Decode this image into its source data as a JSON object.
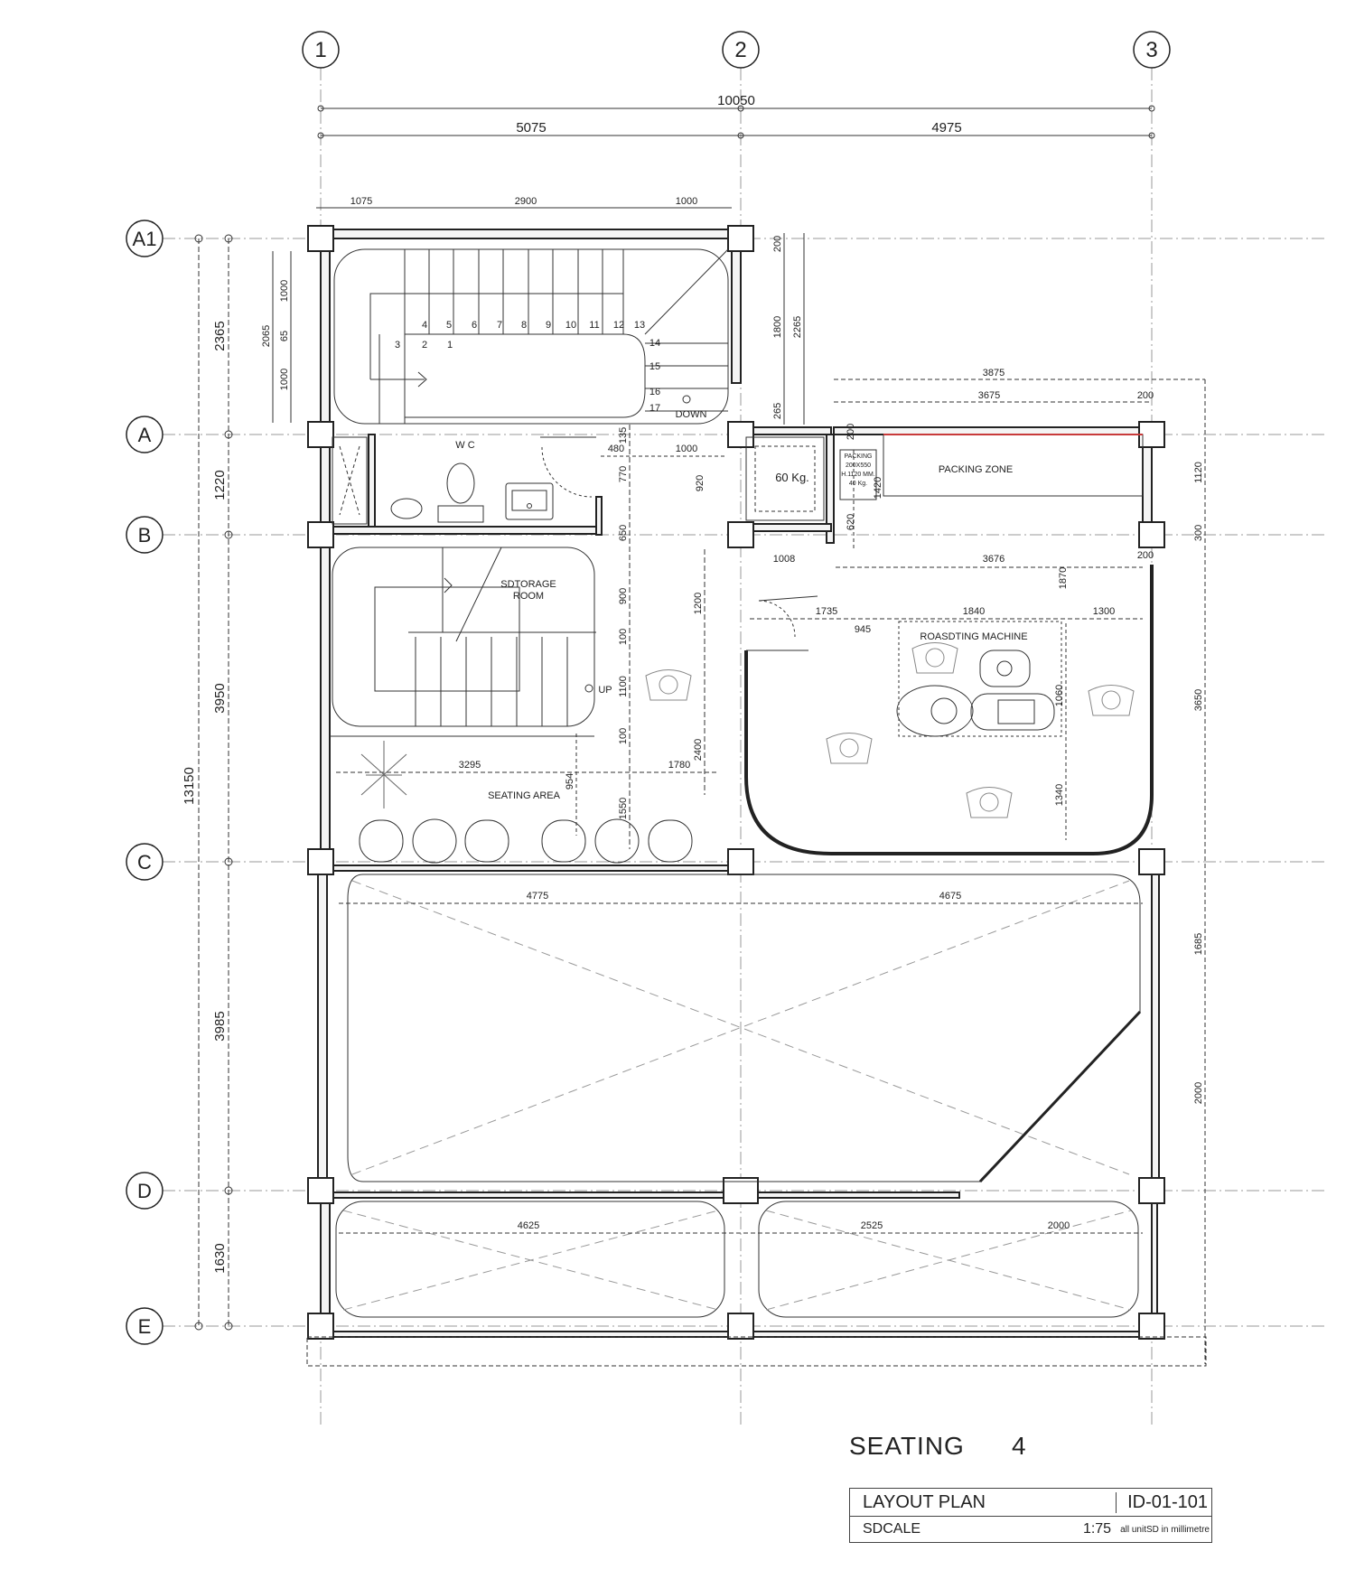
{
  "grid": {
    "columns": [
      "1",
      "2",
      "3"
    ],
    "rows": [
      "A1",
      "A",
      "B",
      "C",
      "D",
      "E"
    ]
  },
  "dimensions": {
    "overall_width": "10050",
    "col_1_2": "5075",
    "col_2_3": "4975",
    "overall_height": "13150",
    "a1_a": "2365",
    "a_b": "1220",
    "b_c": "3950",
    "c_d": "3985",
    "d_e": "1630",
    "stair_top": [
      "1075",
      "2900",
      "1000"
    ],
    "stair_left": [
      "2065",
      "1000",
      "65",
      "1000"
    ],
    "lift_side": [
      "200",
      "1800",
      "2265",
      "265"
    ],
    "packing_top": [
      "3875",
      "3675",
      "200"
    ],
    "packing_right": [
      "1120",
      "300",
      "200"
    ],
    "wc": [
      "135",
      "480",
      "770",
      "1000",
      "920",
      "650"
    ],
    "middle": [
      "900",
      "100",
      "1100",
      "100",
      "1200",
      "2400",
      "1008",
      "3676",
      "1870",
      "620",
      "1420",
      "200"
    ],
    "machine": [
      "1735",
      "945",
      "1840",
      "1300",
      "1060",
      "1340",
      "3650"
    ],
    "seating": [
      "3295",
      "1780",
      "954",
      "1550"
    ],
    "lower": [
      "4775",
      "4675",
      "1685",
      "2000"
    ],
    "bottom": [
      "4625",
      "2525",
      "2000"
    ]
  },
  "labels": {
    "down": "DOWN",
    "up": "UP",
    "wc": "W C",
    "storage_line1": "SDTORAGE",
    "storage_line2": "ROOM",
    "lift": "60 Kg.",
    "packing_small_1": "PACKING",
    "packing_small_2": "200X550",
    "packing_small_3": "H.1120 MM.",
    "packing_small_4": "40 Kg.",
    "packing_zone": "PACKING ZONE",
    "roasting_machine": "ROASDTING MACHINE",
    "seating_area": "SEATING AREA"
  },
  "stair_steps": [
    "1",
    "2",
    "3",
    "4",
    "5",
    "6",
    "7",
    "8",
    "9",
    "10",
    "11",
    "12",
    "13",
    "14",
    "15",
    "16",
    "17"
  ],
  "title_block": {
    "heading": "SEATING",
    "number": "4",
    "title": "LAYOUT PLAN",
    "drawing_id": "ID-01-101",
    "scale_label": "SDCALE",
    "scale_value": "1:75",
    "note": "all unitSD in millimetre"
  }
}
